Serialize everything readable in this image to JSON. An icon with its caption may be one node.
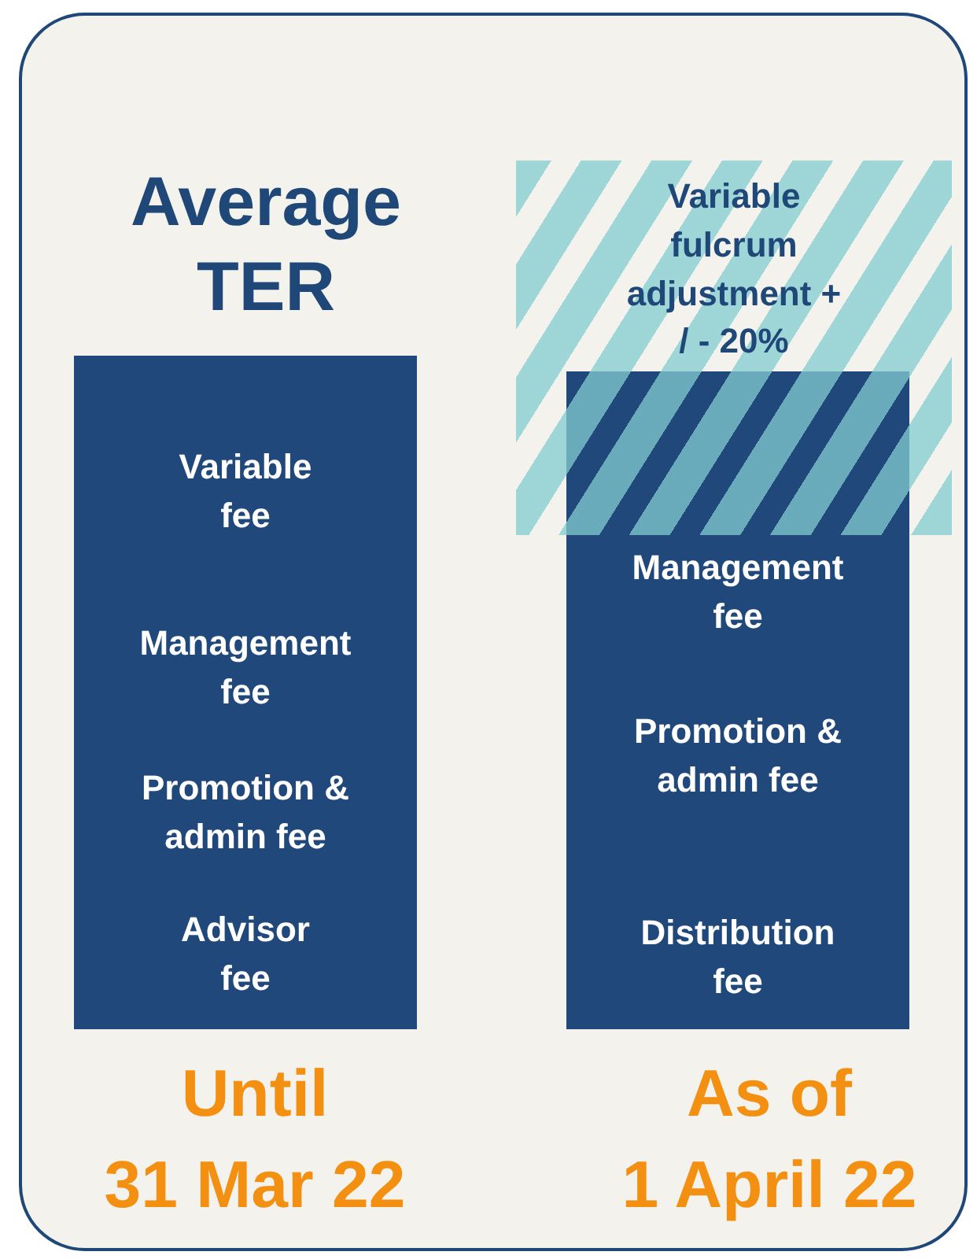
{
  "diagram": {
    "title": "Average TER",
    "nodes": [
      {
        "text": [],
        "shape": "box"
      },
      {
        "text": [
          "Variable fee",
          "Management fee",
          "Promotion & admin fee",
          "Advisor fee"
        ],
        "beside": [
          "Until 31 Mar 22"
        ],
        "in": 0
      },
      {
        "text": [
          "Variable fulcrum adjustment + / - 20%"
        ],
        "in": 0
      },
      {
        "text": [
          "Management fee",
          "Promotion & admin fee",
          "Distribution fee"
        ],
        "beside": [
          "As of 1 April 22"
        ],
        "in": 0
      }
    ],
    "edges": []
  }
}
